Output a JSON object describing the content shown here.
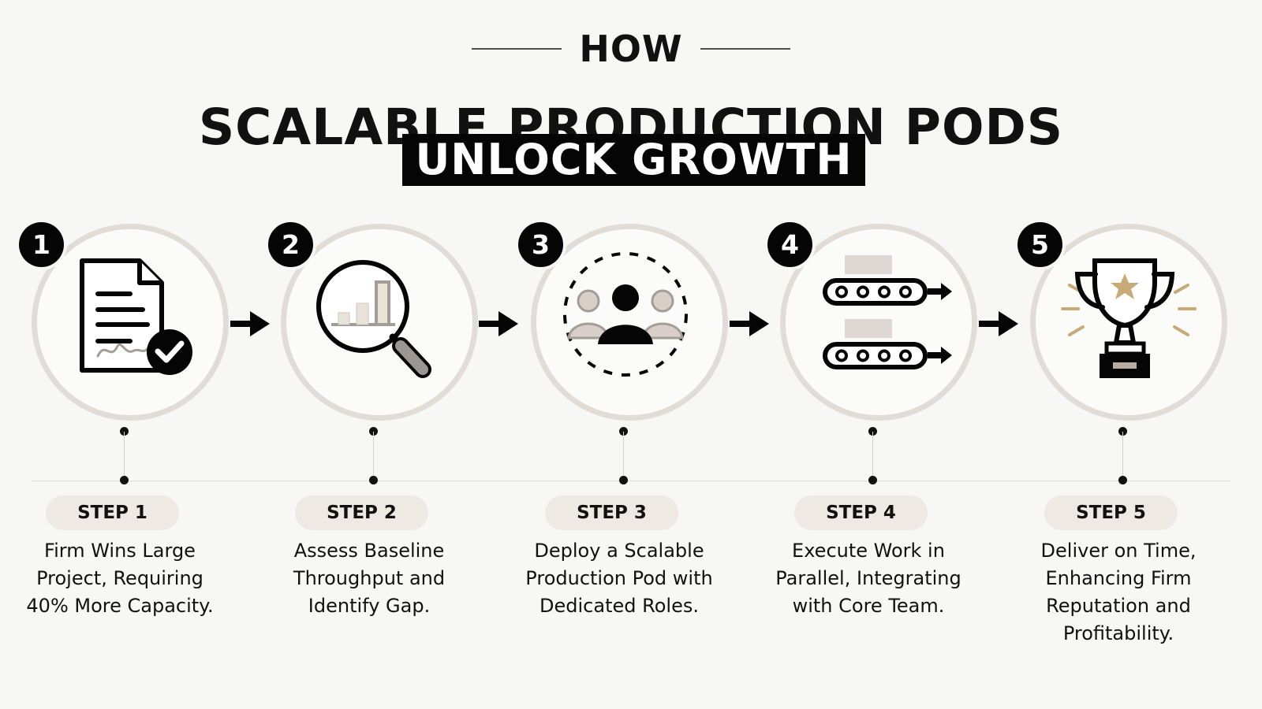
{
  "header": {
    "eyebrow": "HOW",
    "title": "SCALABLE PRODUCTION PODS",
    "subtitle": "UNLOCK GROWTH"
  },
  "steps": [
    {
      "number": "1",
      "label": "STEP 1",
      "description_lines": [
        "Firm Wins Large",
        "Project, Requiring",
        "40% More Capacity."
      ],
      "icon": "signed-contract-icon"
    },
    {
      "number": "2",
      "label": "STEP 2",
      "description_lines": [
        "Assess Baseline",
        "Throughput and",
        "Identify Gap."
      ],
      "icon": "magnifying-chart-icon"
    },
    {
      "number": "3",
      "label": "STEP 3",
      "description_lines": [
        "Deploy a Scalable",
        "Production Pod with",
        "Dedicated Roles."
      ],
      "icon": "team-pod-icon"
    },
    {
      "number": "4",
      "label": "STEP 4",
      "description_lines": [
        "Execute Work in",
        "Parallel, Integrating",
        "with Core Team."
      ],
      "icon": "parallel-conveyor-icon"
    },
    {
      "number": "5",
      "label": "STEP 5",
      "description_lines": [
        "Deliver on Time,",
        "Enhancing Firm",
        "Reputation and",
        "Profitability."
      ],
      "icon": "trophy-icon"
    }
  ],
  "colors": {
    "background": "#f7f7f6",
    "primary": "#050505",
    "muted_circle": "#e1ddd6",
    "pill": "#eee9e2",
    "gold": "#c8aa78",
    "taupe": "#b8aca0"
  }
}
